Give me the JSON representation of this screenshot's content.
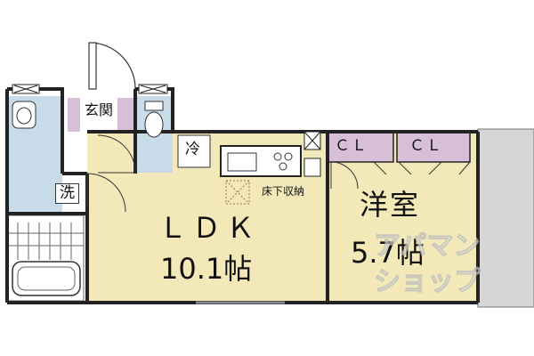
{
  "floor_plan": {
    "rooms": {
      "genkan": "玄関",
      "sentaku": "洗",
      "rei": "冷",
      "floor_storage": "床下収納",
      "ldk_name": "ＬＤＫ",
      "ldk_size": "10.1帖",
      "cl_1": "ＣＬ",
      "cl_2": "ＣＬ",
      "yoshitsu_name": "洋室",
      "yoshitsu_size": "5.7帖"
    },
    "watermark": {
      "line1": "アパマン",
      "line2": "ショップ"
    },
    "colors": {
      "wall": "#222222",
      "ldk_floor": "#f3e9b8",
      "yoshitsu_floor": "#f3e9b8",
      "wet_area": "#c8dbe8",
      "closet": "#d8bfd8",
      "balcony": "#d6d6d6",
      "genkan_floor": "#ffffff"
    }
  }
}
